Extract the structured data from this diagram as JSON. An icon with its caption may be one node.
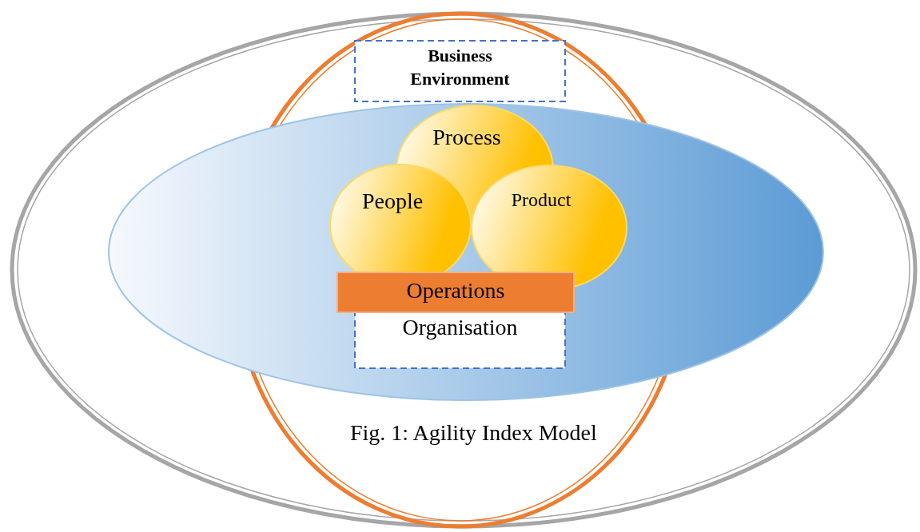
{
  "diagram": {
    "caption": "Fig. 1: Agility Index Model",
    "nodes": [
      {
        "text": [],
        "shape": "ellipse"
      },
      {
        "text": [],
        "shape": "ellipse",
        "in": 0
      },
      {
        "text": [
          "Business Environment"
        ],
        "in": 1
      },
      {
        "text": [],
        "shape": "ellipse",
        "in": 0
      },
      {
        "text": [
          "Process"
        ]
      },
      {
        "text": [
          "People"
        ]
      },
      {
        "text": [
          "Product"
        ]
      },
      {
        "text": [
          "Operations"
        ]
      },
      {
        "text": [
          "Organisation"
        ]
      }
    ],
    "edges": []
  }
}
